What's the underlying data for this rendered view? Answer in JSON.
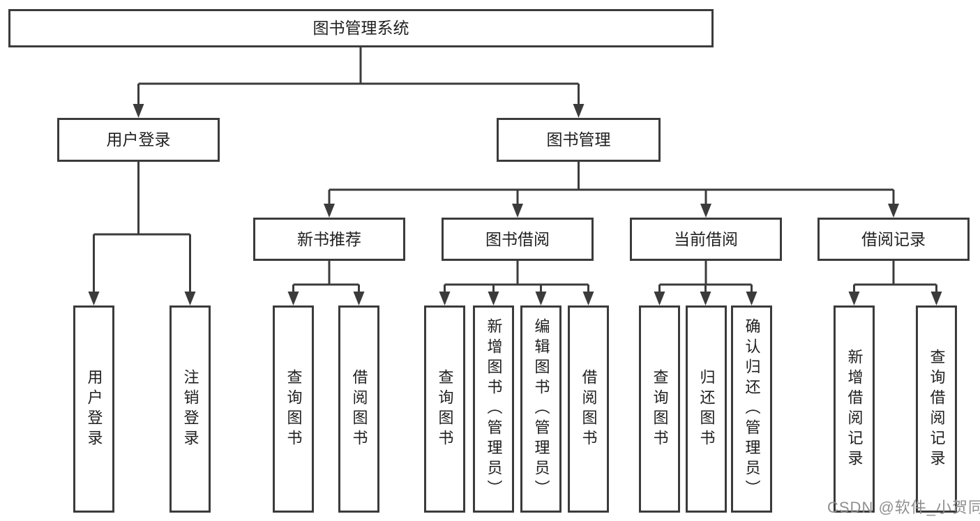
{
  "tree": {
    "root": {
      "label": "图书管理系统"
    },
    "children": [
      {
        "label": "用户登录",
        "children": [
          {
            "label": "用户登录"
          },
          {
            "label": "注销登录"
          }
        ]
      },
      {
        "label": "图书管理",
        "children": [
          {
            "label": "新书推荐",
            "children": [
              {
                "label": "查询图书"
              },
              {
                "label": "借阅图书"
              }
            ]
          },
          {
            "label": "图书借阅",
            "children": [
              {
                "label": "查询图书"
              },
              {
                "label": "新增图书（管理员）"
              },
              {
                "label": "编辑图书（管理员）"
              },
              {
                "label": "借阅图书"
              }
            ]
          },
          {
            "label": "当前借阅",
            "children": [
              {
                "label": "查询图书"
              },
              {
                "label": "归还图书"
              },
              {
                "label": "确认归还（管理员）"
              }
            ]
          },
          {
            "label": "借阅记录",
            "children": [
              {
                "label": "新增借阅记录"
              },
              {
                "label": "查询借阅记录"
              }
            ]
          }
        ]
      }
    ]
  },
  "watermark": {
    "text": "CSDN @软件_小贺同学",
    "color": "#8f8f8f"
  },
  "colors": {
    "line": "#3b3b3b",
    "box_border": "#3b3b3b",
    "text": "#1f1f1f",
    "background": "#ffffff"
  }
}
